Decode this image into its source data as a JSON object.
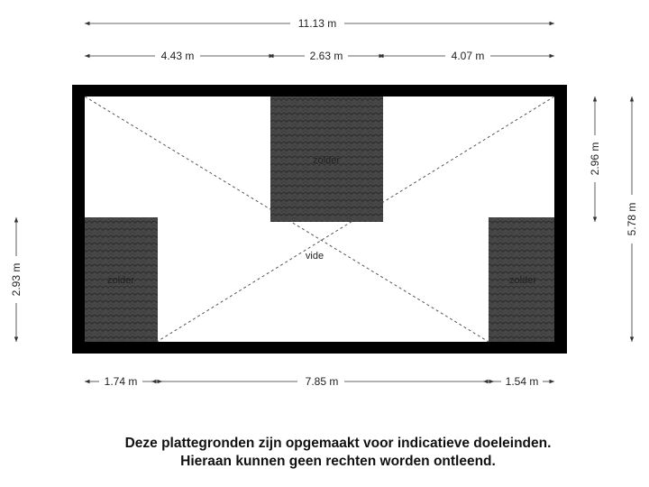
{
  "dimensions": {
    "total_width": "11.13 m",
    "segment_left": "4.43 m",
    "segment_middle": "2.63 m",
    "segment_right": "4.07 m",
    "height_right_upper": "2.96 m",
    "height_right_total": "5.78 m",
    "height_left": "2.93 m",
    "bottom_left": "1.74 m",
    "bottom_middle": "7.85 m",
    "bottom_right": "1.54 m"
  },
  "rooms": {
    "zolder_top": "zolder",
    "zolder_left": "zolder",
    "zolder_right": "zolder",
    "vide": "vide"
  },
  "colors": {
    "wall": "#000000",
    "roof_tile": "#4a4a4a",
    "roof_line": "#2a2a2a",
    "dim_line": "#333333"
  },
  "disclaimer": {
    "line1": "Deze plattegronden zijn opgemaakt voor indicatieve doeleinden.",
    "line2": "Hieraan kunnen geen rechten worden ontleend."
  }
}
